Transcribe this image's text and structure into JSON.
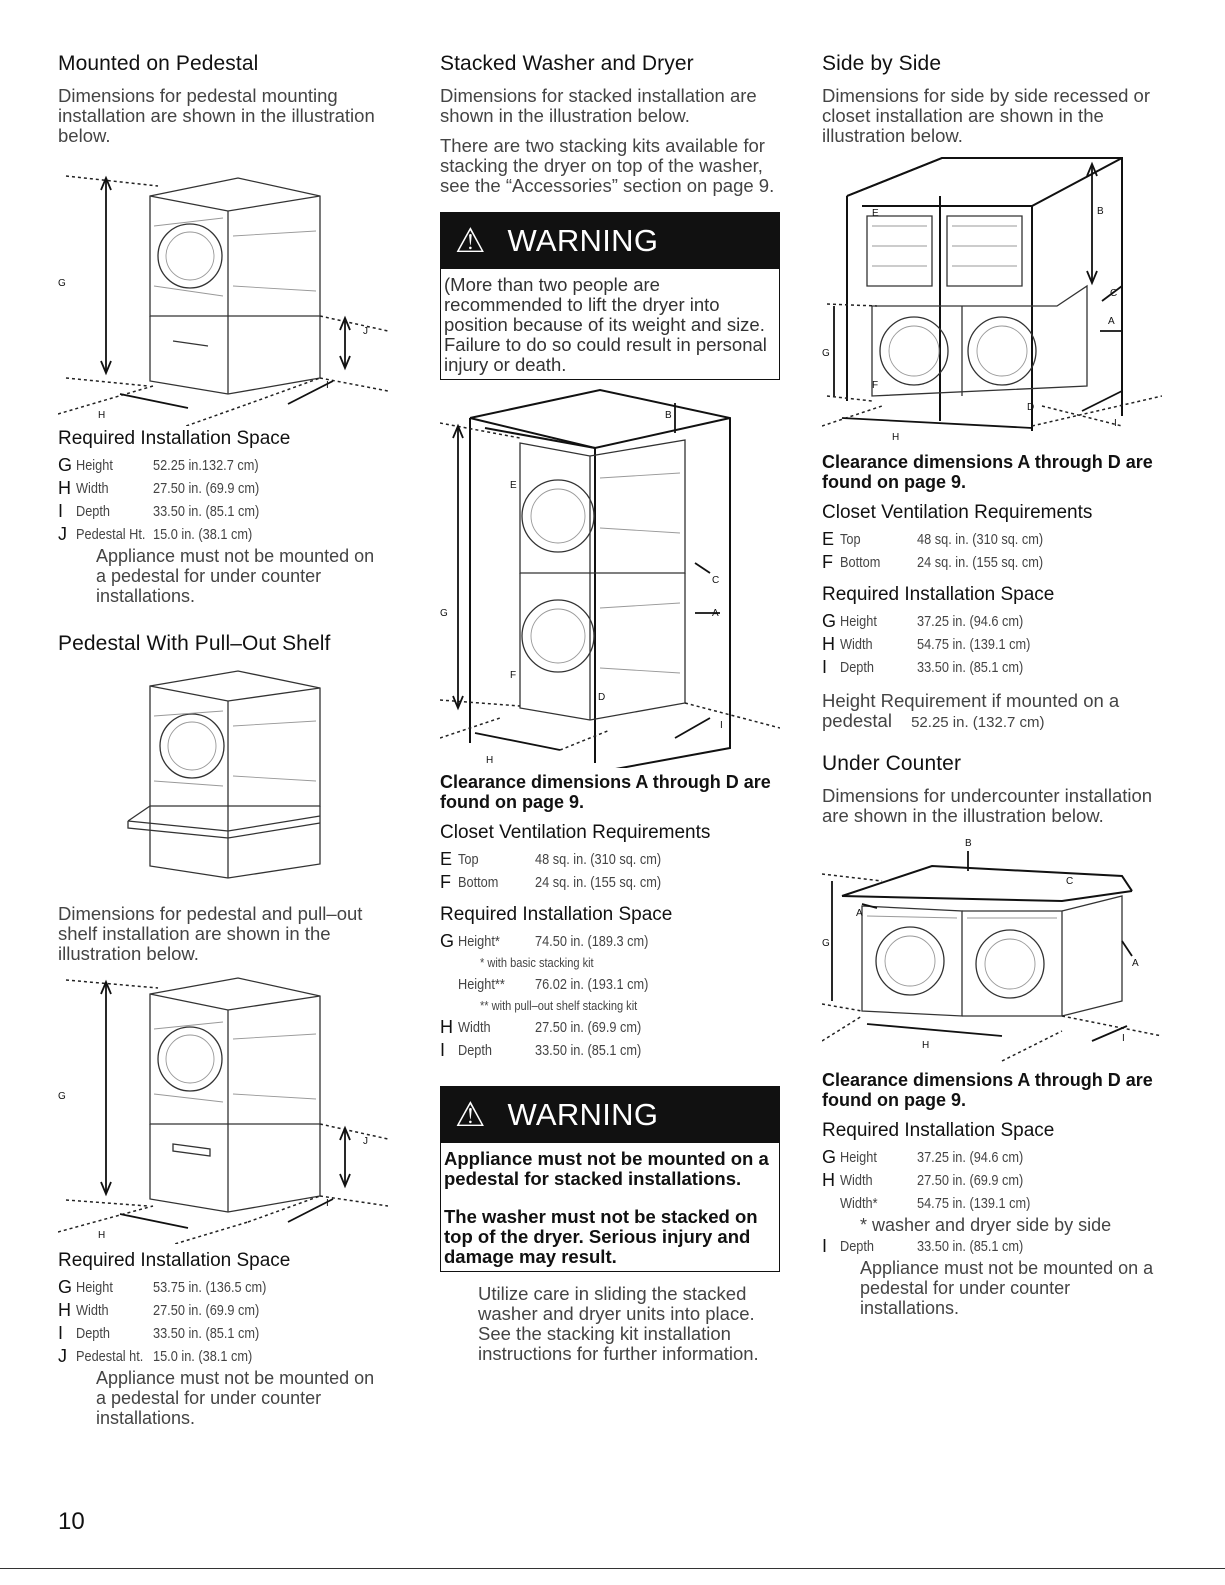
{
  "col1": {
    "s1_title": "Mounted on Pedestal",
    "s1_body": "Dimensions for pedestal mounting installation are shown in the illustration below.",
    "s1_fig": {
      "G": "G",
      "H": "H",
      "I": "I",
      "J": "J"
    },
    "s1_req_title": "Required Installation Space",
    "s1_specs": [
      {
        "k": "G",
        "n": "Height",
        "v": "52.25 in.132.7 cm)"
      },
      {
        "k": "H",
        "n": "Width",
        "v": "27.50 in. (69.9 cm)"
      },
      {
        "k": "I",
        "n": "Depth",
        "v": "33.50 in. (85.1 cm)"
      },
      {
        "k": "J",
        "n": "Pedestal Ht.",
        "v": "15.0 in. (38.1 cm)"
      }
    ],
    "s1_note": "Appliance must not be mounted on a pedestal for under counter installations.",
    "s2_title": "Pedestal With Pull–Out Shelf",
    "s2_body": "Dimensions for pedestal and pull–out shelf installation are shown in the illustration below.",
    "s2_fig": {
      "G": "G",
      "H": "H",
      "I": "I",
      "J": "J"
    },
    "s2_req_title": "Required Installation Space",
    "s2_specs": [
      {
        "k": "G",
        "n": "Height",
        "v": "53.75 in. (136.5 cm)"
      },
      {
        "k": "H",
        "n": "Width",
        "v": "27.50 in. (69.9 cm)"
      },
      {
        "k": "I",
        "n": "Depth",
        "v": "33.50 in. (85.1 cm)"
      },
      {
        "k": "J",
        "n": "Pedestal ht.",
        "v": "15.0 in. (38.1 cm)"
      }
    ],
    "s2_note": "Appliance must not be mounted on a pedestal for under counter installations."
  },
  "col2": {
    "title": "Stacked Washer and Dryer",
    "body1": "Dimensions for stacked installation are shown in the illustration below.",
    "body2": "There are two stacking kits available for stacking the dryer on top of the washer, see the “Accessories” section on page 9.",
    "warn1_title": "WARNING",
    "warn1_text": "(More than two people are recommended to lift the dryer into position because of its weight and size. Failure to do so could result in personal injury or death.",
    "fig": {
      "A": "A",
      "B": "B",
      "C": "C",
      "D": "D",
      "E": "E",
      "F": "F",
      "G": "G",
      "H": "H",
      "I": "I"
    },
    "clear": "Clearance dimensions A through D are found on page 9.",
    "vent_title": "Closet Ventilation Requirements",
    "vent": [
      {
        "k": "E",
        "n": "Top",
        "v": "48 sq. in. (310 sq. cm)"
      },
      {
        "k": "F",
        "n": "Bottom",
        "v": "24 sq. in. (155 sq. cm)"
      }
    ],
    "req_title": "Required Installation Space",
    "g_key": "G",
    "g1_name": "Height*",
    "g1_val": "74.50 in. (189.3 cm)",
    "g1_sub": "* with basic stacking kit",
    "g2_name": "Height**",
    "g2_val": "76.02 in. (193.1 cm)",
    "g2_sub": "** with pull–out shelf stacking kit",
    "specs": [
      {
        "k": "H",
        "n": "Width",
        "v": "27.50 in. (69.9 cm)"
      },
      {
        "k": "I",
        "n": "Depth",
        "v": "33.50 in. (85.1 cm)"
      }
    ],
    "warn2_title": "WARNING",
    "warn2_text1": "Appliance must not be mounted on a pedestal for stacked installations.",
    "warn2_text2": "The washer must not be stacked on top of the dryer. Serious injury and damage may result.",
    "after": "Utilize care in sliding the stacked washer and dryer units into place. See the stacking kit installation instructions for further information."
  },
  "col3": {
    "title": "Side by Side",
    "body": "Dimensions for side by side recessed or closet installation are shown in the illustration below.",
    "fig": {
      "A": "A",
      "B": "B",
      "C": "C",
      "D": "D",
      "E": "E",
      "F": "F",
      "G": "G",
      "H": "H",
      "I": "I"
    },
    "clear": "Clearance dimensions A through D are found on page 9.",
    "vent_title": "Closet Ventilation Requirements",
    "vent": [
      {
        "k": "E",
        "n": "Top",
        "v": "48 sq. in. (310 sq. cm)"
      },
      {
        "k": "F",
        "n": "Bottom",
        "v": "24 sq. in. (155 sq. cm)"
      }
    ],
    "req_title": "Required Installation Space",
    "specs": [
      {
        "k": "G",
        "n": "Height",
        "v": "37.25 in. (94.6 cm)"
      },
      {
        "k": "H",
        "n": "Width",
        "v": "54.75 in. (139.1 cm)"
      },
      {
        "k": "I",
        "n": "Depth",
        "v": "33.50 in. (85.1 cm)"
      }
    ],
    "ped_label": "Height Requirement if mounted on a pedestal",
    "ped_val": "52.25 in. (132.7 cm)",
    "uc_title": "Under Counter",
    "uc_body": "Dimensions for undercounter installation are shown in the illustration below.",
    "uc_fig": {
      "A": "A",
      "B": "B",
      "C": "C",
      "G": "G",
      "H": "H",
      "I": "I"
    },
    "uc_clear": "Clearance dimensions A through D are found on page 9.",
    "uc_req_title": "Required Installation Space",
    "uc_specs": [
      {
        "k": "G",
        "n": "Height",
        "v": "37.25 in. (94.6 cm)"
      },
      {
        "k": "H",
        "n": "Width",
        "v": "27.50 in. (69.9 cm)"
      }
    ],
    "uc_w2_name": "Width*",
    "uc_w2_val": "54.75 in. (139.1 cm)",
    "uc_w2_sub": "* washer and dryer side by side",
    "uc_i_key": "I",
    "uc_i_name": "Depth",
    "uc_i_val": "33.50 in. (85.1 cm)",
    "uc_note": "Appliance must not be mounted on a pedestal for under counter installations."
  },
  "page_number": "10"
}
